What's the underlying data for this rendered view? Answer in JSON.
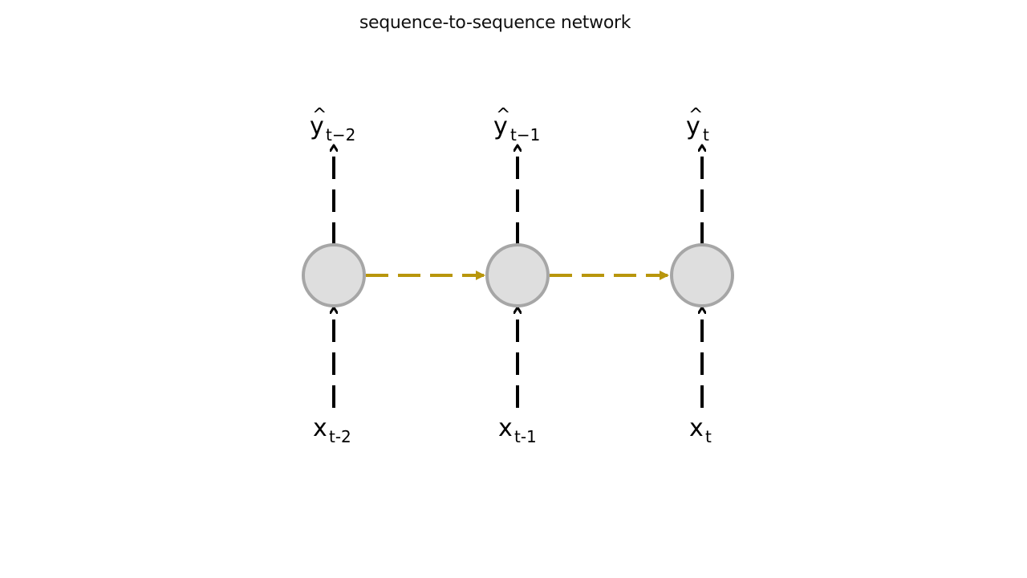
{
  "title": "sequence-to-sequence network",
  "colors": {
    "node_fill": "#dedede",
    "node_stroke": "#a6a6a6",
    "io_arrow": "#000000",
    "recurrent_arrow": "#b8960c"
  },
  "steps": [
    {
      "output_base": "y",
      "output_sub": "t−2",
      "input_base": "x",
      "input_sub": "t-2"
    },
    {
      "output_base": "y",
      "output_sub": "t−1",
      "input_base": "x",
      "input_sub": "t-1"
    },
    {
      "output_base": "y",
      "output_sub": "t",
      "input_base": "x",
      "input_sub": "t"
    }
  ]
}
